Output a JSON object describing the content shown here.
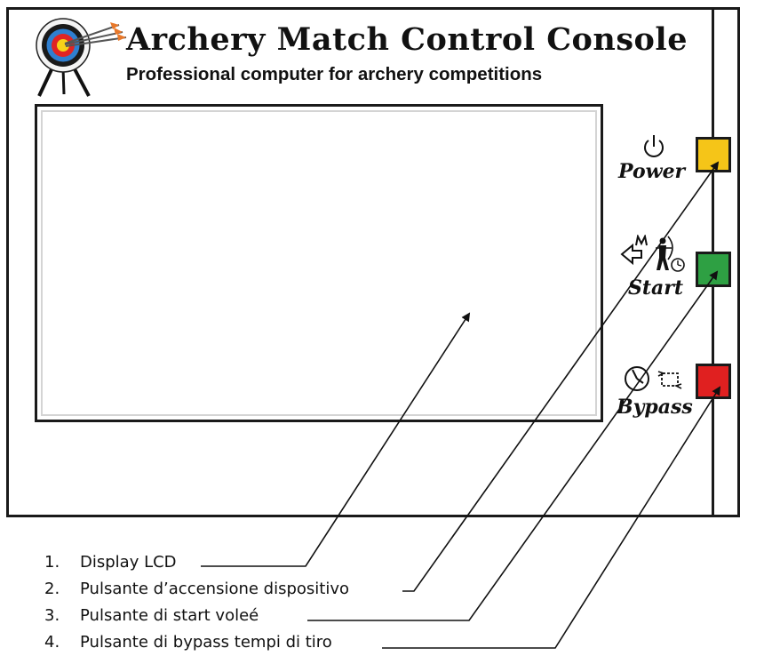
{
  "header": {
    "title": "Archery Match Control Console",
    "subtitle": "Professional computer for archery competitions",
    "logo_icon": "archery-target-icon"
  },
  "buttons": {
    "power": {
      "label": "Power",
      "color": "#f5c518",
      "icon": "power-icon"
    },
    "start": {
      "label": "Start",
      "color": "#2ea043",
      "icon": "archer-timer-icon"
    },
    "bypass": {
      "label": "Bypass",
      "color": "#e02020",
      "icon": "clock-bypass-icon"
    }
  },
  "legend": [
    {
      "number": "1.",
      "text": "Display LCD"
    },
    {
      "number": "2.",
      "text": "Pulsante d’accensione dispositivo"
    },
    {
      "number": "3.",
      "text": "Pulsante di start voleé"
    },
    {
      "number": "4.",
      "text": "Pulsante di bypass tempi di tiro"
    }
  ]
}
